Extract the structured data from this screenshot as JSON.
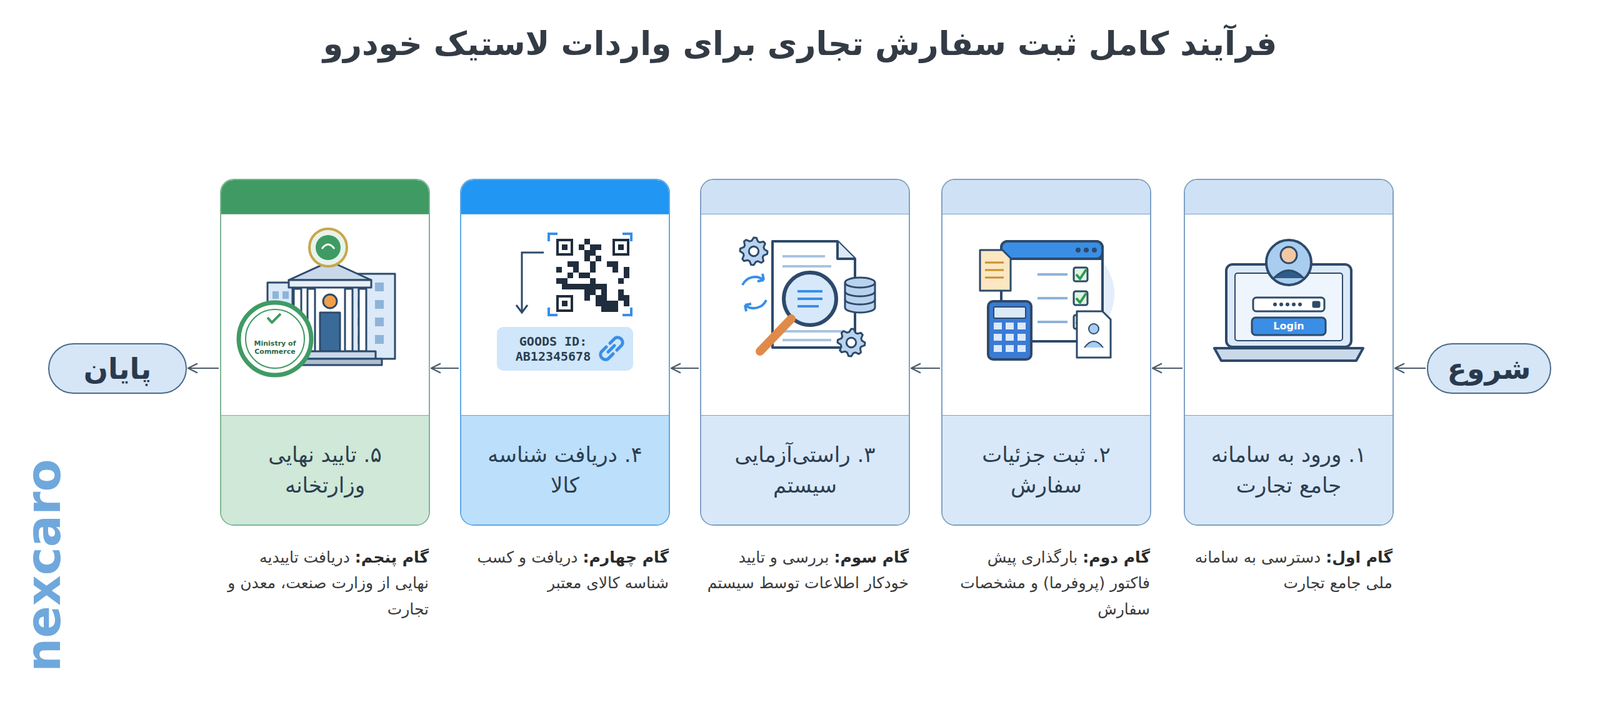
{
  "diagram": {
    "title": "فرآیند کامل ثبت سفارش تجاری برای واردات لاستیک خودرو",
    "nodes": [
      {
        "text": [
          "شروع"
        ]
      },
      {
        "text": [
          "۱. ورود به سامانه جامع تجارت",
          "گام اول:",
          "دسترسی به سامانه ملی جامع تجارت"
        ]
      },
      {
        "text": [
          "۲. ثبت جزئیات سفارش",
          "گام دوم:",
          "بارگذاری پیش فاکتور (پروفرما) و مشخصات سفارش"
        ]
      },
      {
        "text": [
          "۳. راستی‌آزمایی سیستم",
          "گام سوم:",
          "بررسی و تایید خودکار اطلاعات توسط سیستم"
        ]
      },
      {
        "text": [
          "۴. دریافت شناسه کالا",
          "گام چهارم:",
          "دریافت و کسب شناسه کالای معتبر"
        ]
      },
      {
        "text": [
          "۵. تایید نهایی وزارتخانه",
          "گام پنجم:",
          "دریافت تاییدیه نهایی از وزارت صنعت، معدن و تجارت"
        ]
      },
      {
        "text": [
          "پایان"
        ]
      }
    ],
    "edges": [
      {
        "from": 0,
        "to": 1,
        "arrow": "to"
      },
      {
        "from": 1,
        "to": 2,
        "arrow": "to"
      },
      {
        "from": 2,
        "to": 3,
        "arrow": "to"
      },
      {
        "from": 3,
        "to": 4,
        "arrow": "to"
      },
      {
        "from": 4,
        "to": 5,
        "arrow": "to"
      },
      {
        "from": 5,
        "to": 6,
        "arrow": "to"
      }
    ],
    "labels": [
      "Login",
      "GOODS ID: AB12345678",
      "Ministry of Commerce",
      "nexcaro"
    ]
  }
}
